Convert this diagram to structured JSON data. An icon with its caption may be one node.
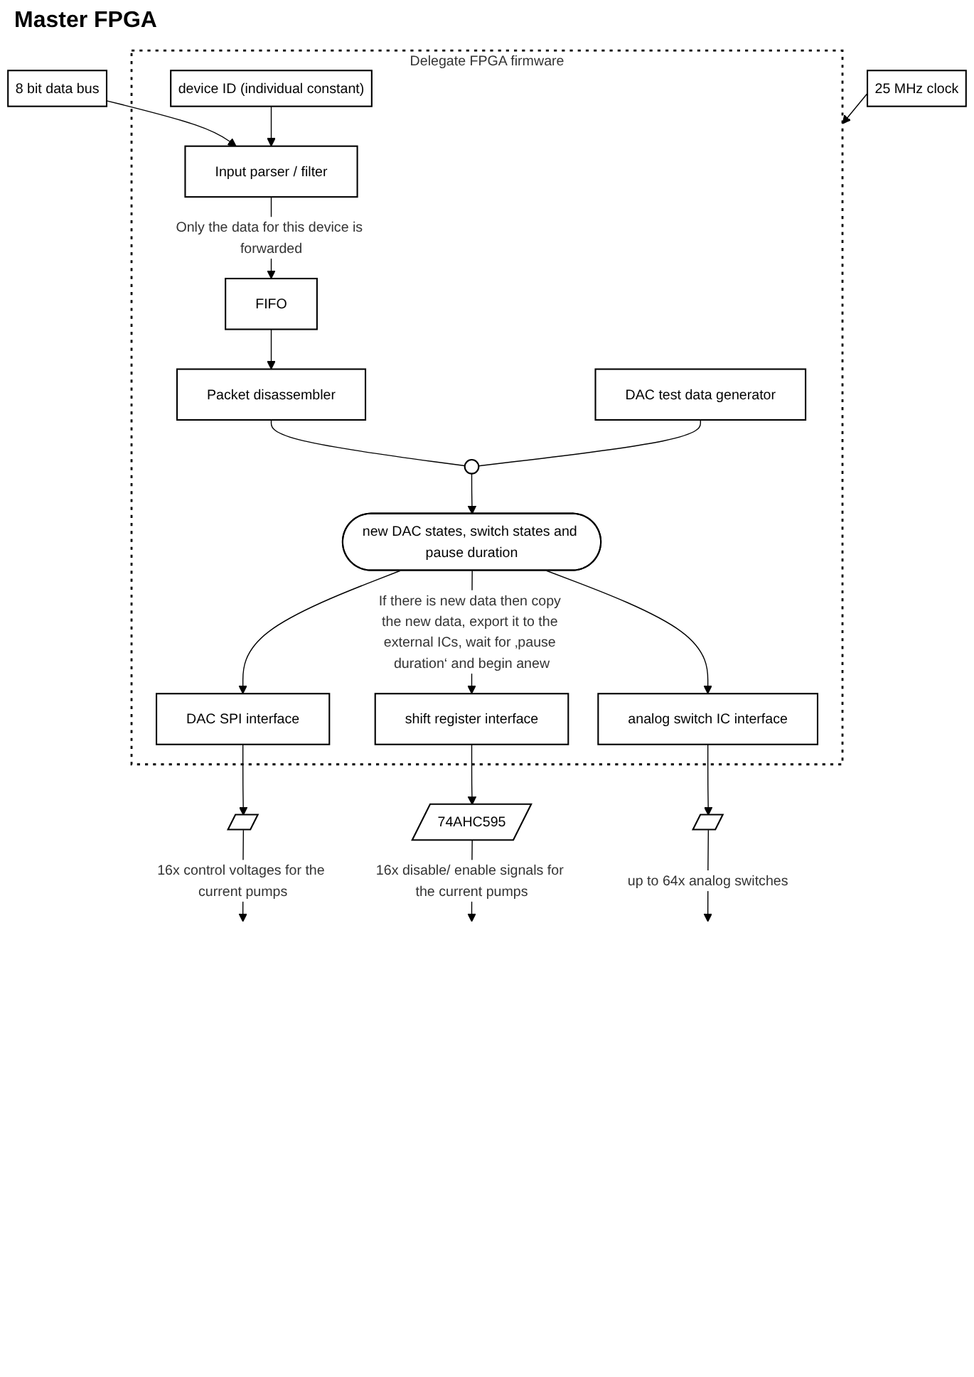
{
  "diagram": {
    "nodes": [
      {
        "text": [
          "Delegate FPGA firmware"
        ]
      },
      {
        "text": [
          "25 MHz clock"
        ]
      },
      {
        "text": [
          "8 bit data bus"
        ]
      },
      {
        "text": [
          "Input parser / filter"
        ],
        "in": 0
      },
      {
        "text": [
          "device ID (individual constant)"
        ],
        "in": 0
      },
      {
        "text": [
          "FIFO"
        ],
        "in": 0
      },
      {
        "text": [
          "Packet disassembler"
        ],
        "in": 0
      },
      {
        "text": [],
        "shape": "switch",
        "in": 0
      },
      {
        "text": [
          "DAC test data generator"
        ],
        "in": 0
      },
      {
        "text": [
          "new DAC states, switch states and pause duration"
        ],
        "in": 0
      },
      {
        "text": [
          "DAC SPI interface"
        ],
        "in": 0
      },
      {
        "text": [
          "shift register interface"
        ],
        "in": 0
      },
      {
        "text": [
          "analog switch IC interface"
        ],
        "in": 0
      },
      {
        "text": [],
        "shape": "parallelogram"
      },
      {
        "text": [
          "74AHC595"
        ]
      },
      {
        "text": [],
        "shape": "parallelogram"
      }
    ],
    "edges": [
      {
        "from": 1,
        "to": 0,
        "arrow": "to"
      },
      {
        "from": 2,
        "to": 3,
        "arrow": "to"
      },
      {
        "from": 4,
        "to": 3,
        "arrow": "to"
      },
      {
        "from": 3,
        "to": 5,
        "arrow": "to",
        "label": "Only the data for this device is forwarded"
      },
      {
        "from": 5,
        "to": 6,
        "arrow": "to"
      },
      {
        "from": 6,
        "to": 7,
        "arrow": "none"
      },
      {
        "from": 8,
        "to": 7,
        "arrow": "none"
      },
      {
        "from": 7,
        "to": 9,
        "arrow": "to"
      },
      {
        "from": 9,
        "to": 10,
        "arrow": "to"
      },
      {
        "from": 9,
        "to": 11,
        "arrow": "to",
        "label": "If there is new data then copy the new data, export it to the external ICs, wait for ‚pause duration‘ and begin anew"
      },
      {
        "from": 9,
        "to": 12,
        "arrow": "to"
      },
      {
        "from": 10,
        "to": 13,
        "arrow": "to"
      },
      {
        "from": 11,
        "to": 14,
        "arrow": "to"
      },
      {
        "from": 12,
        "to": 15,
        "arrow": "to"
      },
      {
        "from": 13,
        "to": null,
        "arrow": "to",
        "label": "16x control voltages for the current pumps"
      },
      {
        "from": 14,
        "to": null,
        "arrow": "to",
        "label": "16x disable/ enable signals for the current pumps"
      },
      {
        "from": 15,
        "to": null,
        "arrow": "to",
        "label": "up to 64x analog switches"
      }
    ],
    "labels": [
      "Master FPGA"
    ]
  }
}
